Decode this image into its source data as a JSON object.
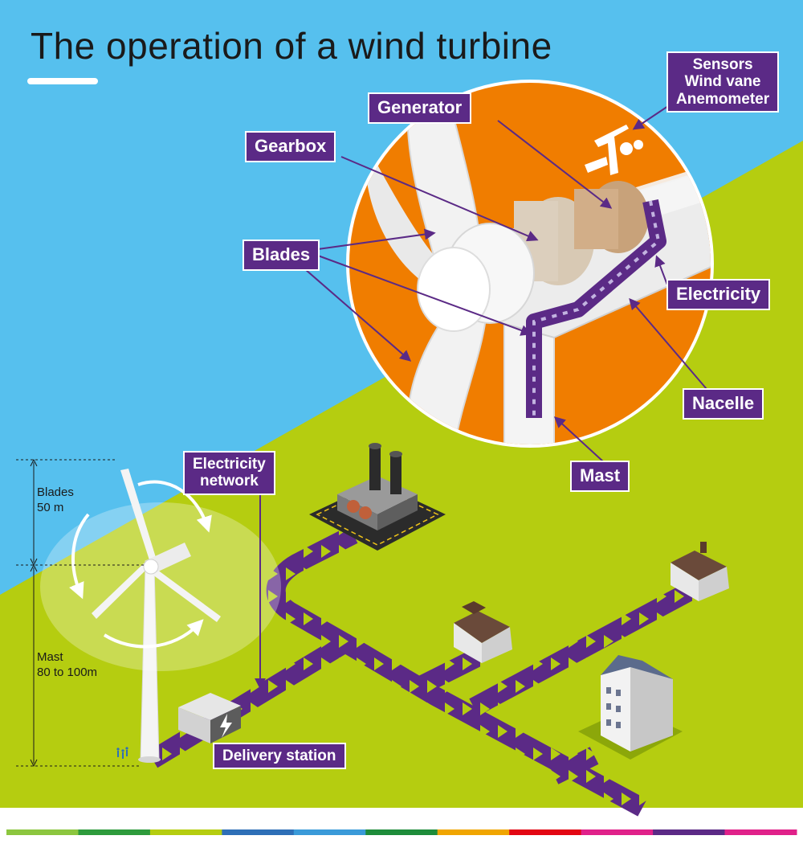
{
  "title": "The operation of a wind turbine",
  "colors": {
    "sky": "#56c0ee",
    "grass": "#b5cd10",
    "accent_orange": "#f07d00",
    "label_purple": "#5b2a86",
    "network_purple": "#5b2a86"
  },
  "labels": {
    "sensors": [
      "Sensors",
      "Wind vane",
      "Anemometer"
    ],
    "generator": "Generator",
    "gearbox": "Gearbox",
    "blades": "Blades",
    "electricity": "Electricity",
    "nacelle": "Nacelle",
    "mast": "Mast",
    "electricity_network": [
      "Electricity",
      "network"
    ],
    "delivery_station": "Delivery station"
  },
  "dimensions": {
    "blades": [
      "Blades",
      "50 m"
    ],
    "mast": [
      "Mast",
      "80 to 100m"
    ]
  },
  "icons": [
    "lightning-bolt-icon",
    "rotation-arrow-icon",
    "flow-arrow-icon"
  ],
  "footer_colors": [
    "#8cc63f",
    "#2e9b3c",
    "#b5cd10",
    "#2e6fb7",
    "#3a9ad9",
    "#1e8c3a",
    "#f0a500",
    "#e30613",
    "#e0218a",
    "#5b2a86",
    "#e0218a"
  ]
}
